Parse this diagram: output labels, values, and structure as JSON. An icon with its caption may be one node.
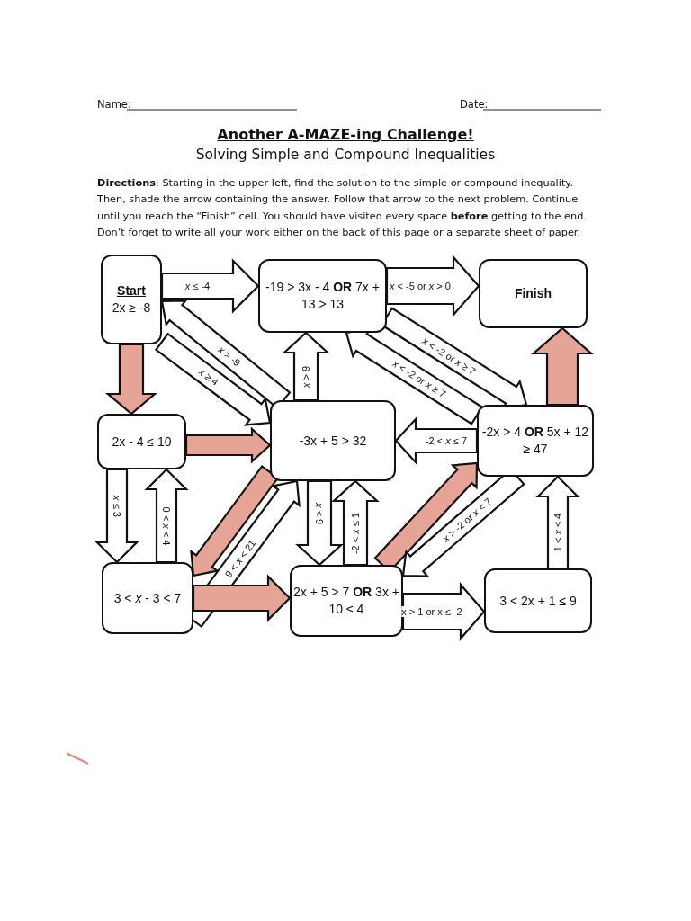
{
  "diagram": {
    "title": "Another A-MAZE-ing Challenge!",
    "nodes": [
      {
        "text": [
          "Start",
          "2x ≥ -8"
        ]
      },
      {
        "text": [
          "-19 > 3x - 4 **OR** 7x + 13 > 13"
        ]
      },
      {
        "text": [
          "Finish"
        ]
      },
      {
        "text": [
          "2x - 4 ≤ 10"
        ]
      },
      {
        "text": [
          "-3x + 5 > 32"
        ]
      },
      {
        "text": [
          "-2x > 4 **OR** 5x + 12 ≥ 47"
        ]
      },
      {
        "text": [
          "3 < *x* - 3 < 7"
        ]
      },
      {
        "text": [
          "2x + 5 > 7 **OR** 3x + 10 ≤ 4"
        ]
      },
      {
        "text": [
          "3 < 2x + 1 ≤ 9"
        ]
      }
    ],
    "edges": [
      {
        "from": 0,
        "to": 1,
        "arrow": "to",
        "label": "*x* ≤ -4"
      },
      {
        "from": 4,
        "to": 0,
        "arrow": "to",
        "label": "*x* > -9"
      },
      {
        "from": 0,
        "to": 4,
        "arrow": "to",
        "label": "*x* ≥ 4"
      },
      {
        "from": 0,
        "to": 3,
        "arrow": "to",
        "color": "#e6a497"
      },
      {
        "from": 4,
        "to": 1,
        "arrow": "to",
        "label": "*x* > 9"
      },
      {
        "from": 4,
        "to": 7,
        "arrow": "to",
        "label": "*x* < 9"
      },
      {
        "from": 7,
        "to": 4,
        "arrow": "to",
        "label": "-2 < *x* ≤ 1"
      },
      {
        "from": 1,
        "to": 5,
        "arrow": "to",
        "label": "*x* < -2 or *x* ≥ 7"
      },
      {
        "from": 5,
        "to": 1,
        "arrow": "to",
        "label": "*x* < -2 or *x* ≥ 7"
      },
      {
        "from": 1,
        "to": 2,
        "arrow": "to",
        "label": "*x* < -5 or *x* > 0"
      },
      {
        "from": 5,
        "to": 4,
        "arrow": "to",
        "label": "-2 < *x* ≤ 7"
      },
      {
        "from": 5,
        "to": 2,
        "arrow": "to",
        "color": "#e6a497"
      },
      {
        "from": 3,
        "to": 6,
        "arrow": "to",
        "label": "*x* ≤ 3"
      },
      {
        "from": 6,
        "to": 3,
        "arrow": "to",
        "label": "0 < *x* < 4"
      },
      {
        "from": 4,
        "to": 6,
        "arrow": "to",
        "color": "#e6a497"
      },
      {
        "from": 6,
        "to": 4,
        "arrow": "to",
        "label": "9 < *x* < 21"
      },
      {
        "from": 3,
        "to": 4,
        "arrow": "to",
        "color": "#e6a497"
      },
      {
        "from": 6,
        "to": 7,
        "arrow": "to",
        "color": "#e6a497"
      },
      {
        "from": 7,
        "to": 5,
        "arrow": "to",
        "color": "#e6a497"
      },
      {
        "from": 5,
        "to": 7,
        "arrow": "to",
        "label": "*x* > -2 or *x* < 7"
      },
      {
        "from": 7,
        "to": 8,
        "arrow": "to",
        "label": "x > 1 or x ≤ -2"
      },
      {
        "from": 8,
        "to": 5,
        "arrow": "to",
        "label": "1 < *x* ≤ 4"
      }
    ],
    "labels": [
      "Name:",
      "Date:",
      "Solving Simple and Compound Inequalities",
      "**Directions**: Starting in the upper left, find the solution to the simple or compound inequality. Then, shade the arrow containing the answer. Follow that arrow to the next problem. Continue until you reach the “Finish” cell. You should have visited every space **before** getting to the end. Don’t forget to write all your work either on the back of this page or a separate sheet of paper."
    ]
  }
}
